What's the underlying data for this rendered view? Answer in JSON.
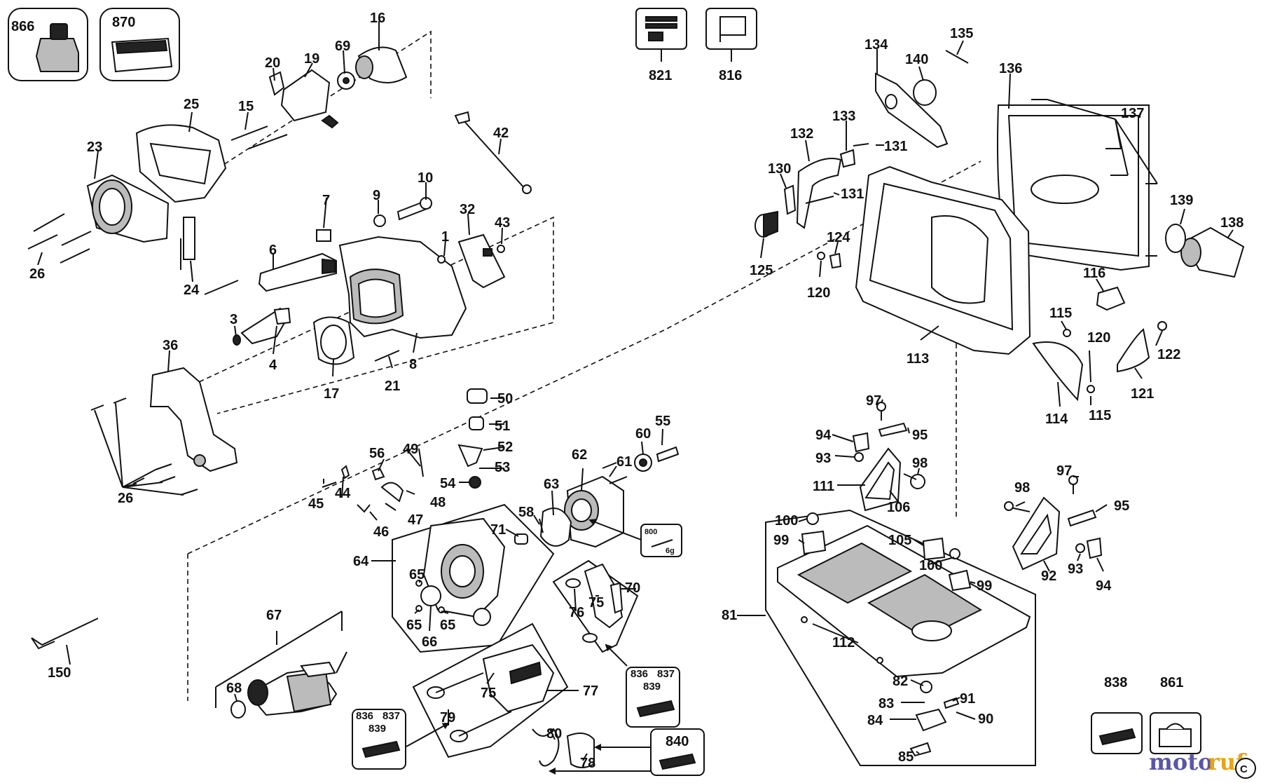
{
  "diagram": {
    "part_labels": {
      "p866": "866",
      "p870": "870",
      "p16": "16",
      "p69": "69",
      "p20": "20",
      "p19": "19",
      "p15": "15",
      "p25": "25",
      "p23": "23",
      "p26a": "26",
      "p24": "24",
      "p42": "42",
      "p10": "10",
      "p9": "9",
      "p7": "7",
      "p32": "32",
      "p43": "43",
      "p1": "1",
      "p6": "6",
      "p3": "3",
      "p4": "4",
      "p17": "17",
      "p21": "21",
      "p8": "8",
      "p36": "36",
      "p26b": "26",
      "p50": "50",
      "p51": "51",
      "p52": "52",
      "p53": "53",
      "p54": "54",
      "p49": "49",
      "p56": "56",
      "p48": "48",
      "p47": "47",
      "p46": "46",
      "p45": "45",
      "p44": "44",
      "p62": "62",
      "p61": "61",
      "p60": "60",
      "p55": "55",
      "p63": "63",
      "p58": "58",
      "p71": "71",
      "p64": "64",
      "p65a": "65",
      "p65b": "65",
      "p65c": "65",
      "p66": "66",
      "p70": "70",
      "p75a": "75",
      "p76": "76",
      "p67": "67",
      "p68": "68",
      "p150": "150",
      "p75b": "75",
      "p77": "77",
      "p79": "79",
      "p80": "80",
      "p78": "78",
      "p821": "821",
      "p816": "816",
      "p134": "134",
      "p135": "135",
      "p140": "140",
      "p136": "136",
      "p137": "137",
      "p132": "132",
      "p133": "133",
      "p131a": "131",
      "p131b": "131",
      "p130": "130",
      "p125": "125",
      "p124": "124",
      "p120a": "120",
      "p139": "139",
      "p138": "138",
      "p116": "116",
      "p115a": "115",
      "p120b": "120",
      "p122": "122",
      "p113": "113",
      "p121": "121",
      "p114": "114",
      "p115b": "115",
      "p97a": "97",
      "p94a": "94",
      "p95a": "95",
      "p93a": "93",
      "p98a": "98",
      "p111": "111",
      "p106": "106",
      "p97b": "97",
      "p98b": "98",
      "p95b": "95",
      "p100a": "100",
      "p99a": "99",
      "p105": "105",
      "p100b": "100",
      "p99b": "99",
      "p92": "92",
      "p93b": "93",
      "p94b": "94",
      "p81": "81",
      "p112": "112",
      "p82": "82",
      "p83": "83",
      "p91": "91",
      "p84": "84",
      "p90": "90",
      "p85": "85",
      "p838": "838",
      "p861": "861"
    },
    "kits": {
      "kit800": {
        "code": "800",
        "weight": "6g"
      },
      "kit836a": {
        "a": "836",
        "b": "837",
        "c": "839"
      },
      "kit836b": {
        "a": "836",
        "b": "837",
        "c": "839"
      },
      "kit840": {
        "code": "840"
      }
    },
    "watermark": {
      "part1": "moto",
      "part2": "ruf",
      "suffix": "C"
    }
  },
  "colors": {
    "line": "#111111",
    "logo_blue": "#5a55a8",
    "logo_orange": "#e8a317"
  }
}
